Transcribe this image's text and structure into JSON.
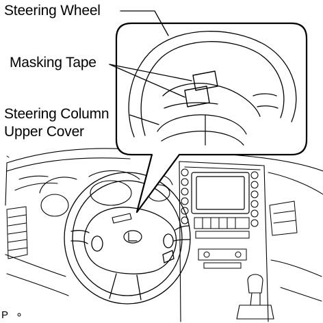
{
  "callouts": {
    "steering_wheel": "Steering Wheel",
    "masking_tape": "Masking Tape",
    "column_cover_line1": "Steering Column",
    "column_cover_line2": "Upper Cover"
  },
  "figure_code": "P",
  "line_color": "#000000",
  "background_color": "#ffffff"
}
